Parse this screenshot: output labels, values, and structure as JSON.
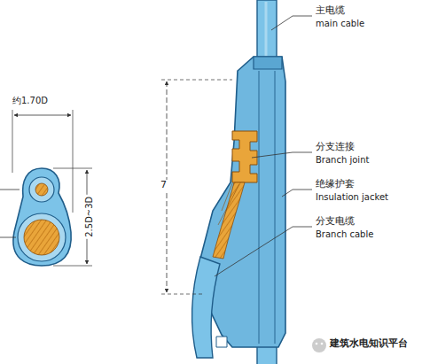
{
  "diagram": {
    "labels": [
      "约1.70D",
      "2.5D~3D",
      "7",
      "主电缆",
      "main cable",
      "分支连接",
      "Branch joint",
      "绝缘护套",
      "Insulation jacket",
      "分支电缆",
      "Branch cable",
      "建筑水电知识平台"
    ]
  }
}
